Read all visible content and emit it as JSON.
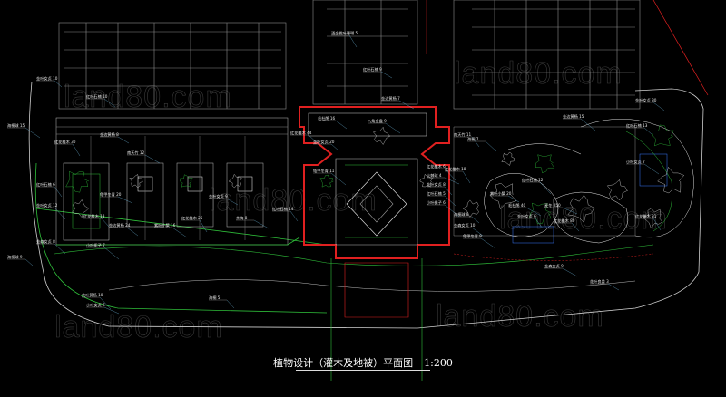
{
  "caption": {
    "title": "植物设计（灌木及地被）平面图",
    "scale": "1:200"
  },
  "watermark": "land80.com",
  "colors": {
    "background": "#000000",
    "building": "#8a8a8a",
    "red": "#e02020",
    "green": "#2fbf3a",
    "white": "#e8e8e8",
    "leader": "#7fd3ff"
  },
  "labels": [
    "金叶女贞 10",
    "红叶石楠 10",
    "海桐球 15",
    "红花檵木 30",
    "金边黄杨 8",
    "南天竹 12",
    "红叶石楠 6",
    "金叶女贞 12",
    "龟甲冬青 20",
    "红花檵木 18",
    "金森女贞 8",
    "小叶栀子 7",
    "海桐球 9",
    "金边黄杨 24",
    "紫叶小檗 16",
    "红花檵木 25",
    "金叶女贞 9",
    "茶梅 8",
    "红叶石楠 14",
    "大叶黄杨 10",
    "小叶女贞 6",
    "海桐 5",
    "红花檵木 44",
    "龟甲冬青 11",
    "金叶女贞 20",
    "毛杜鹃 16",
    "八角金盘 9",
    "洒金桃叶珊瑚 5",
    "红叶石楠 9",
    "金边黄杨 7",
    "南天竹 11",
    "红花檵木 6",
    "火棘球 4",
    "金叶女贞 8",
    "红叶石楠 5",
    "小叶栀子 6",
    "海桐球 8",
    "金森女贞 10",
    "龟甲冬青 9",
    "红花檵木 18",
    "紫叶小檗 20",
    "毛杜鹃 40",
    "金叶女贞 6",
    "红叶石楠 12",
    "麦冬 250",
    "红花檵木 80",
    "海桐 7",
    "金边黄杨 15",
    "红叶石楠 13",
    "金叶女贞 30",
    "小叶女贞 7",
    "红花檵木 31",
    "花叶良姜 3",
    "金森女贞 9"
  ]
}
